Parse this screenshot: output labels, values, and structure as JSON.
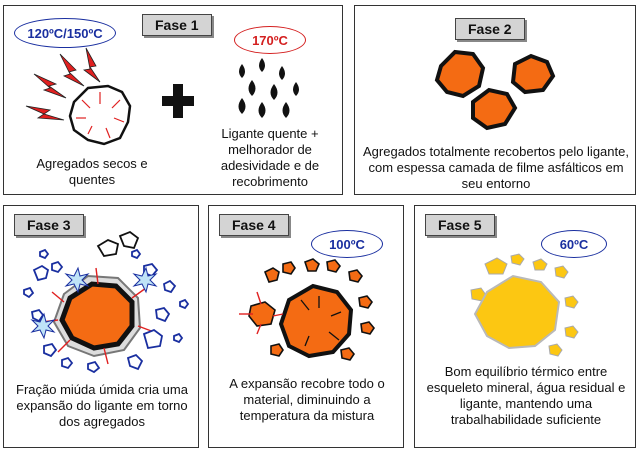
{
  "fase1": {
    "label": "Fase 1",
    "temp_left": "120ºC/150ºC",
    "temp_right": "170ºC",
    "caption_left": "Agregados secos e quentes",
    "caption_right": "Ligante quente + melhorador de adesividade e de recobrimento"
  },
  "fase2": {
    "label": "Fase 2",
    "caption": "Agregados totalmente recobertos pelo ligante, com espessa camada de filme asfálticos em seu entorno"
  },
  "fase3": {
    "label": "Fase 3",
    "caption": "Fração miúda úmida cria uma expansão do ligante em torno dos agregados"
  },
  "fase4": {
    "label": "Fase 4",
    "temp": "100ºC",
    "caption": "A expansão recobre todo o material, diminuindo a temperatura da mistura"
  },
  "fase5": {
    "label": "Fase 5",
    "temp": "60ºC",
    "caption": "Bom equilíbrio térmico entre esqueleto mineral, água residual e ligante, mantendo uma trabalhabilidade suficiente"
  },
  "colors": {
    "orange": "#f46b13",
    "yellow": "#fcc712",
    "blue": "#1a2fa0",
    "red": "#d42020"
  }
}
